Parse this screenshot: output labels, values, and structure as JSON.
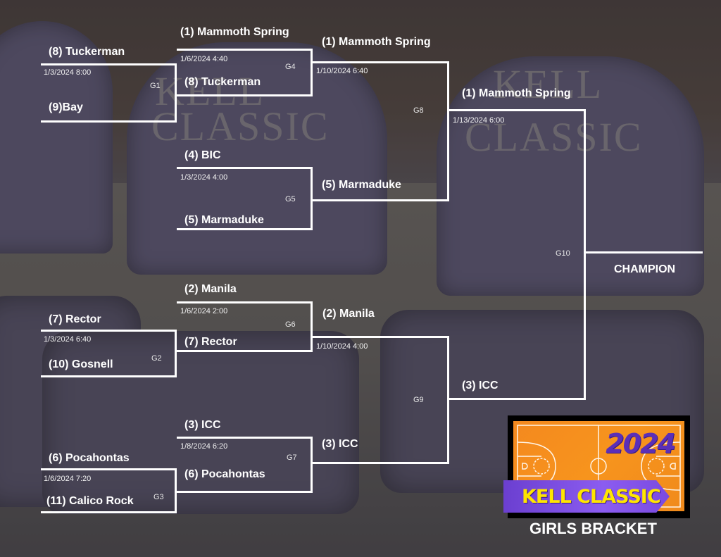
{
  "title": "KELL CLASSIC",
  "subtitle": "GIRLS BRACKET",
  "logo": {
    "year": "2024",
    "name": "KELL CLASSIC"
  },
  "background_text": {
    "chair_word_1": "KELL",
    "chair_word_2": "CLASSIC"
  },
  "colors": {
    "line": "#ffffff",
    "logo_orange": "#f7941d",
    "logo_purple": "#6b3fd0",
    "logo_yellow": "#ffe500"
  },
  "round1": [
    {
      "game": "G1",
      "datetime": "1/3/2024  8:00",
      "top": "(8) Tuckerman",
      "bottom": "(9)Bay"
    },
    {
      "game": "G2",
      "datetime": "1/3/2024  6:40",
      "top": "(7) Rector",
      "bottom": "(10) Gosnell"
    },
    {
      "game": "G3",
      "datetime": "1/6/2024  7:20",
      "top": "(6) Pocahontas",
      "bottom": "(11) Calico Rock"
    }
  ],
  "round2": [
    {
      "game": "G4",
      "datetime": "1/6/2024  4:40",
      "top": "(1) Mammoth Spring",
      "bottom": "(8) Tuckerman"
    },
    {
      "game": "G5",
      "datetime": "1/3/2024  4:00",
      "top": "(4) BIC",
      "bottom": "(5) Marmaduke"
    },
    {
      "game": "G6",
      "datetime": "1/6/2024  2:00",
      "top": "(2) Manila",
      "bottom": "(7) Rector"
    },
    {
      "game": "G7",
      "datetime": "1/8/2024  6:20",
      "top": "(3) ICC",
      "bottom": "(6) Pocahontas"
    }
  ],
  "semifinals": [
    {
      "game": "G8",
      "datetime": "1/10/2024  6:40",
      "top": "(1) Mammoth Spring",
      "bottom": "(5) Marmaduke"
    },
    {
      "game": "G9",
      "datetime": "1/10/2024  4:00",
      "top": "(2) Manila",
      "bottom": "(3) ICC"
    }
  ],
  "final": {
    "game": "G10",
    "datetime": "1/13/2024  6:00",
    "top": "(1) Mammoth Spring",
    "bottom": "(3) ICC"
  },
  "champion_label": "CHAMPION"
}
